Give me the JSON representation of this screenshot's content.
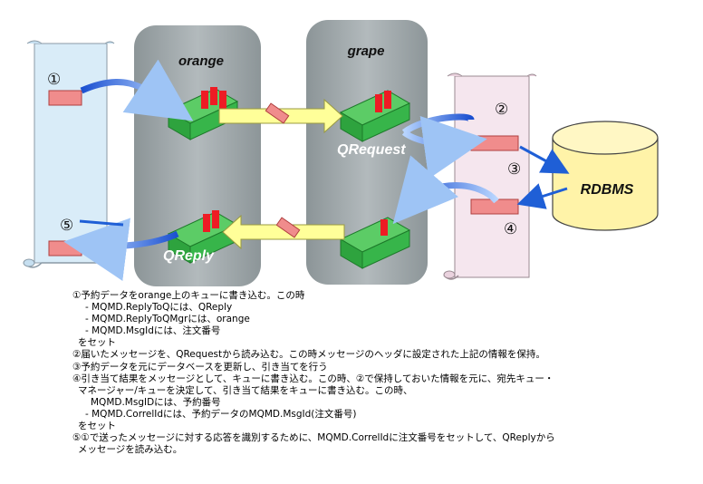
{
  "servers": {
    "left": "orange",
    "right": "grape"
  },
  "queues": {
    "request": "QRequest",
    "reply": "QReply"
  },
  "database": "RDBMS",
  "steps": {
    "s1": "①",
    "s2": "②",
    "s3": "③",
    "s4": "④",
    "s5": "⑤"
  },
  "notes": [
    "①予約データをorange上のキューに書き込む。この時",
    "- MQMD.ReplyToQには、QReply",
    "- MQMD.ReplyToQMgrには、orange",
    "- MQMD.MsgIdには、注文番号",
    "をセット",
    "②届いたメッセージを、QRequestから読み込む。この時メッセージのヘッダに設定された上記の情報を保持。",
    "③予約データを元にデータベースを更新し、引き当てを行う",
    "④引き当て結果をメッセージとして、キューに書き込む。この時、②で保持しておいた情報を元に、宛先キュー・",
    "マネージャー/キューを決定して、引き当て結果をキューに書き込む。この時、",
    "MQMD.MsgIDには、予約番号",
    "- MQMD.CorrelIdには、予約データのMQMD.MsgId(注文番号)",
    "をセット",
    "⑤①で送ったメッセージに対する応答を識別するために、MQMD.CorrelIdに注文番号をセットして、QReplyから",
    "メッセージを読み込む。"
  ],
  "colors": {
    "server_gray": "#9aa3a6",
    "scroll_blue": "#d9ecf8",
    "scroll_pink": "#f5e6ee",
    "db_yellow": "#fff3a8",
    "msg_pink": "#f08c8c",
    "queue_green": "#37b54a",
    "queue_red": "#ee1c24",
    "arrow_blue": "#1f5fd6",
    "arrow_yellow": "#ffff99"
  }
}
